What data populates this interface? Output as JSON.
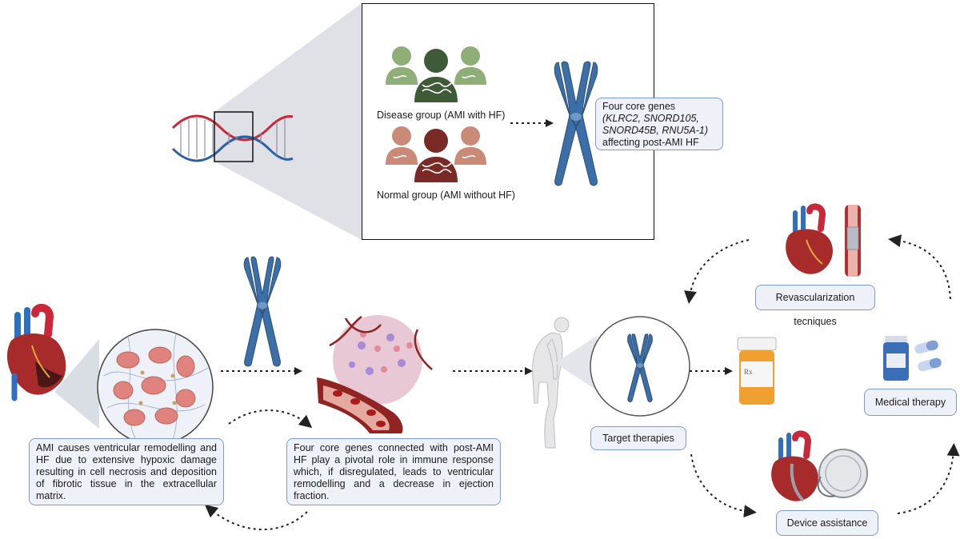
{
  "inset": {
    "disease_group": "Disease group (AMI with HF)",
    "normal_group": "Normal group (AMI without HF)",
    "genes_box": {
      "line1": "Four core genes",
      "line2": "(KLRC2, SNORD105,",
      "line3": "SNORD45B, RNU5A-1)",
      "line4": "affecting post-AMI HF"
    }
  },
  "boxes": {
    "ami_description": "AMI causes ventricular remodelling and HF due to extensive hypoxic damage resulting in cell necrosis and deposition of fibrotic tissue in the extracellular matrix.",
    "genes_description": "Four core genes connected with post-AMI HF play a pivotal role in immune response which, if disregulated, leads to ventricular remodelling and a decrease in ejection fraction.",
    "target_therapies": "Target therapies",
    "revascularization": "Revascularization tecniques",
    "medical_therapy": "Medical therapy",
    "device_assistance": "Device assistance"
  },
  "colors": {
    "disease_group": "#8fae78",
    "normal_group": "#c98a78",
    "chromosome": "#3c6fa6",
    "box_border": "#7d9ac9",
    "box_fill": "#eef2f8"
  }
}
